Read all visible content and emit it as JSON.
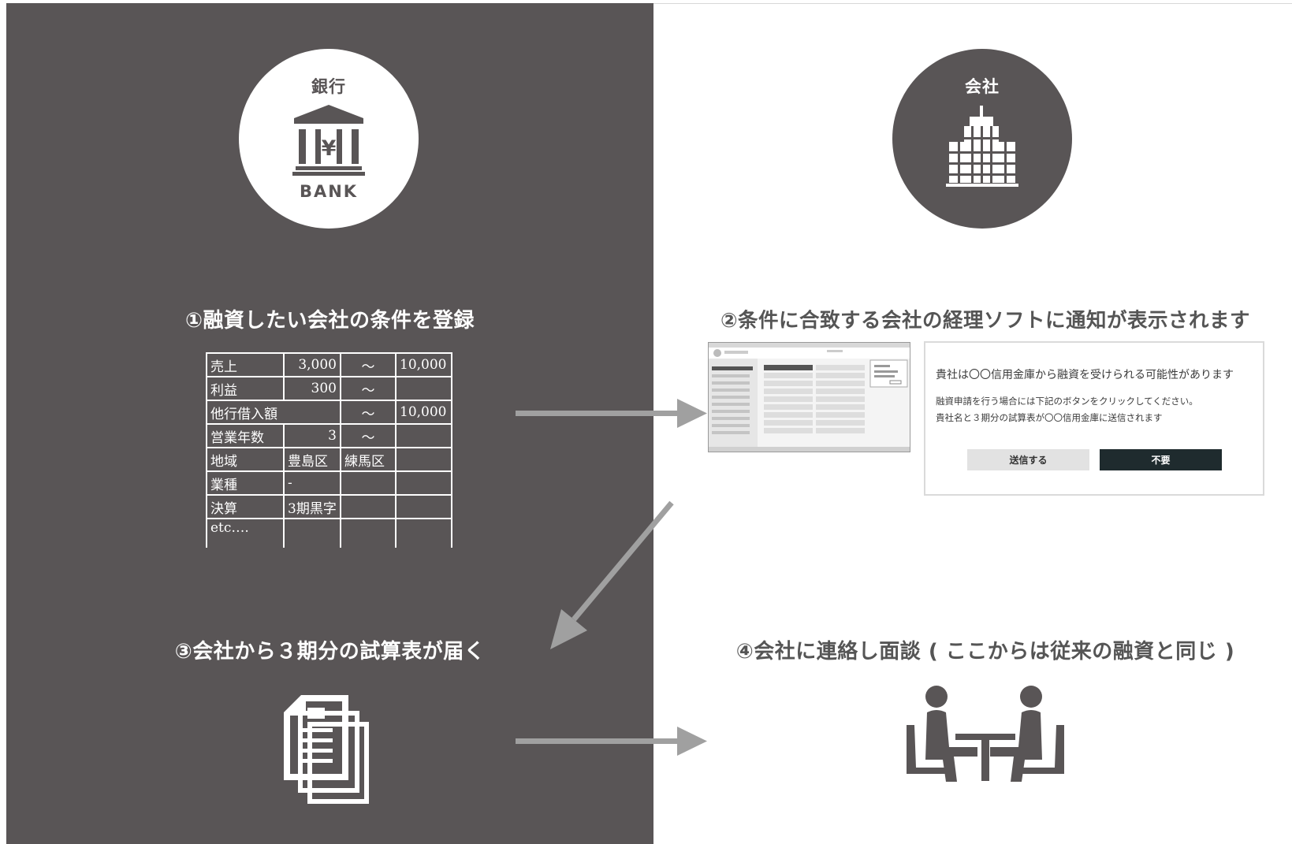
{
  "bank": {
    "title": "銀行",
    "logo_text": "BANK",
    "logo_symbol": "¥",
    "icon": "bank-icon"
  },
  "company": {
    "title": "会社",
    "icon": "building-icon"
  },
  "steps": {
    "step1": "①融資したい会社の条件を登録",
    "step2": "②条件に合致する会社の経理ソフトに通知が表示されます",
    "step3": "③会社から３期分の試算表が届く",
    "step4": "④会社に連絡し面談 ( ここからは従来の融資と同じ )"
  },
  "conditions": {
    "rows": [
      {
        "label": "売上",
        "from": "3,000",
        "sep": "～",
        "to": "10,000"
      },
      {
        "label": "利益",
        "from": "300",
        "sep": "～",
        "to": ""
      },
      {
        "label": "他行借入額",
        "from": "",
        "sep": "～",
        "to": "10,000"
      },
      {
        "label": "営業年数",
        "from": "3",
        "sep": "～",
        "to": ""
      },
      {
        "label": "地域",
        "from": "豊島区",
        "sep": "練馬区",
        "to": ""
      },
      {
        "label": "業種",
        "from": "-",
        "sep": "",
        "to": ""
      },
      {
        "label": "決算",
        "from": "3期黒字",
        "sep": "",
        "to": ""
      },
      {
        "label": "etc….",
        "from": "",
        "sep": "",
        "to": ""
      }
    ]
  },
  "notification": {
    "message": "貴社は〇〇信用金庫から融資を受けられる可能性があります",
    "line1": "融資申請を行う場合には下記のボタンをクリックしてください。",
    "line2": "貴社名と３期分の試算表が〇〇信用金庫に送信されます",
    "send_label": "送信する",
    "decline_label": "不要"
  },
  "icons": {
    "documents": "documents-icon",
    "meeting": "meeting-icon",
    "accounting_software": "accounting-software-screenshot"
  },
  "colors": {
    "dark_panel": "#595556",
    "arrow": "#a0a0a0",
    "decline_button": "#1f2b2e"
  }
}
